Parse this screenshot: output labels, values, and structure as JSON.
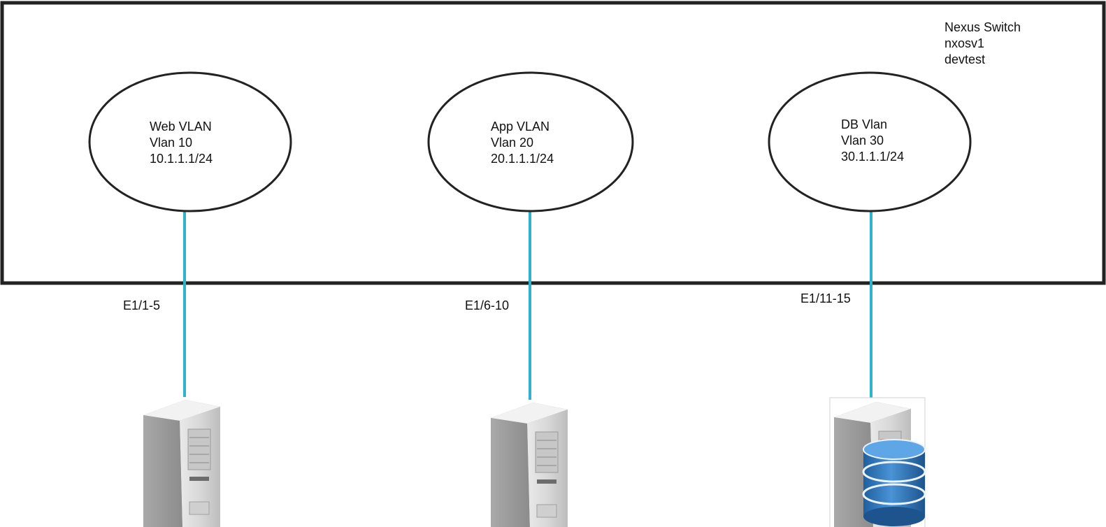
{
  "switch": {
    "title_lines": [
      "Nexus Switch",
      "nxosv1",
      "devtest"
    ]
  },
  "vlans": [
    {
      "id": "web",
      "lines": [
        "Web VLAN",
        "Vlan 10",
        "10.1.1.1/24"
      ],
      "port": "E1/1-5",
      "server": "server-icon"
    },
    {
      "id": "app",
      "lines": [
        "App VLAN",
        "Vlan 20",
        "20.1.1.1/24"
      ],
      "port": "E1/6-10",
      "server": "server-icon"
    },
    {
      "id": "db",
      "lines": [
        "DB Vlan",
        "Vlan 30",
        "30.1.1.1/24"
      ],
      "port": "E1/11-15",
      "server": "database-server-icon"
    }
  ],
  "colors": {
    "link": "#2fb3cc",
    "frame": "#222222",
    "db_blue": "#2f78c0"
  }
}
